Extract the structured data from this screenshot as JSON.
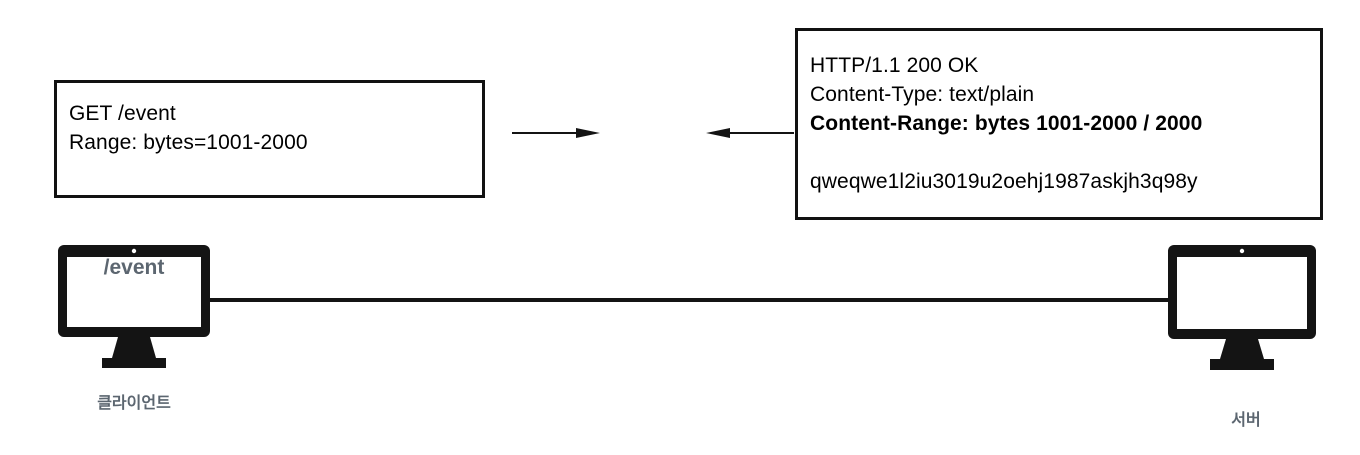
{
  "diagram": {
    "title": "HTTP Range request and partial response between client and server",
    "request_box": {
      "lines": [
        {
          "text": "GET /event",
          "bold": false
        },
        {
          "text": "Range: bytes=1001-2000",
          "bold": false
        }
      ]
    },
    "response_box": {
      "lines": [
        {
          "text": "HTTP/1.1 200 OK",
          "bold": false
        },
        {
          "text": "Content-Type: text/plain",
          "bold": false
        },
        {
          "text": "Content-Range: bytes 1001-2000 / 2000",
          "bold": true
        },
        {
          "text": " ",
          "bold": false
        },
        {
          "text": "qweqwe1l2iu3019u2oehj1987askjh3q98y",
          "bold": false
        }
      ]
    },
    "arrows": [
      {
        "name": "request-arrow",
        "direction": "right"
      },
      {
        "name": "response-arrow",
        "direction": "left"
      }
    ],
    "client": {
      "screen_text": "/event",
      "label": "클라이언트"
    },
    "server": {
      "screen_text": "",
      "label": "서버"
    },
    "colors": {
      "stroke": "#111111",
      "background": "#ffffff",
      "label_text": "#5c6670",
      "body_text": "#000000"
    }
  }
}
